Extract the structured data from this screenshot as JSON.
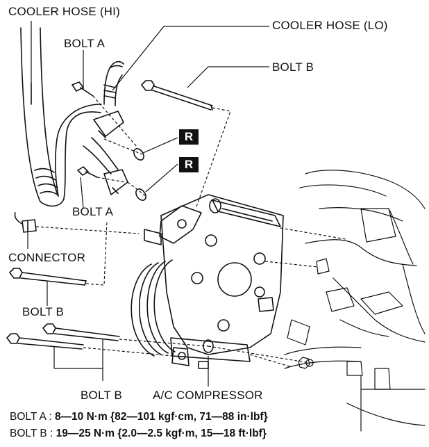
{
  "labels": {
    "cooler_hose_hi": "COOLER HOSE (HI)",
    "cooler_hose_lo": "COOLER HOSE (LO)",
    "bolt_a_top": "BOLT A",
    "bolt_b_top": "BOLT B",
    "bolt_a_mid": "BOLT A",
    "connector": "CONNECTOR",
    "bolt_b_mid": "BOLT B",
    "bolt_b_bottom": "BOLT B",
    "compressor": "A/C COMPRESSOR",
    "replace_mark": "R"
  },
  "torque_specs": [
    {
      "name": "BOLT A",
      "separator": ":",
      "value": "8—10 N·m {82—101 kgf·cm, 71—88 in·lbf}"
    },
    {
      "name": "BOLT B",
      "separator": ":",
      "value": "19—25 N·m {2.0—2.5 kgf·m, 15—18 ft·lbf}"
    }
  ]
}
